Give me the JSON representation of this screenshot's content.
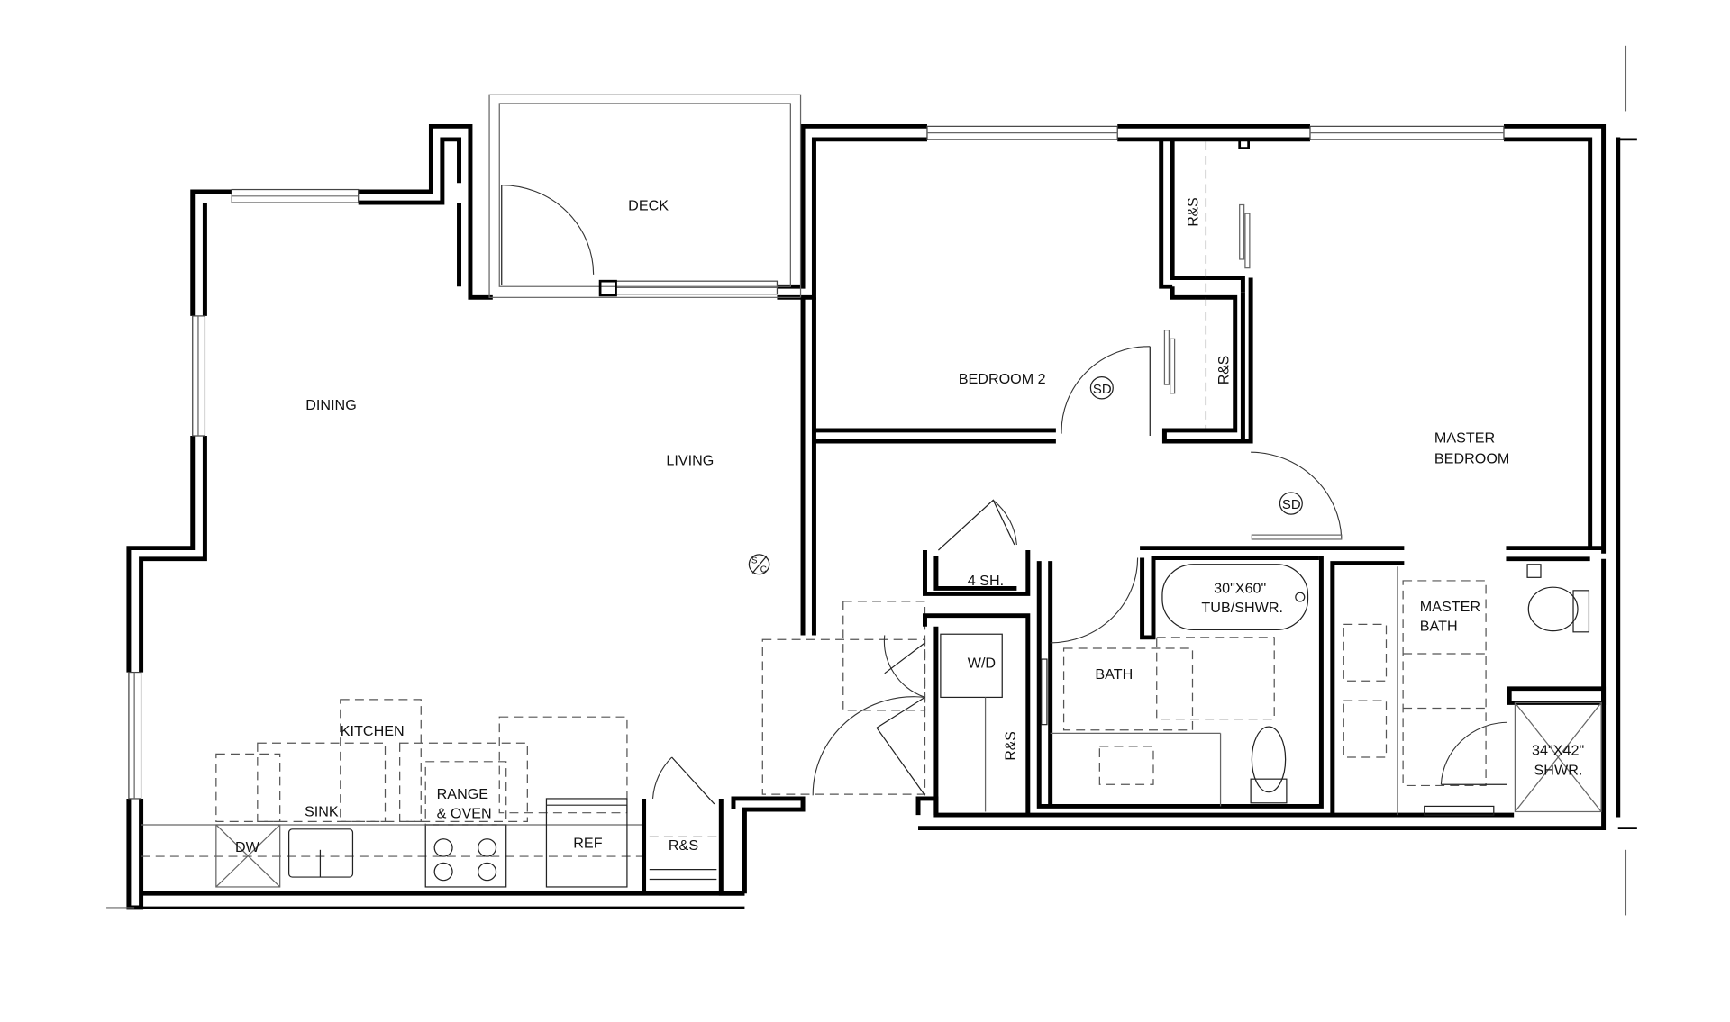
{
  "plan": {
    "rooms": {
      "deck": "DECK",
      "dining": "DINING",
      "living": "LIVING",
      "bedroom2": "BEDROOM 2",
      "master_bedroom_line1": "MASTER",
      "master_bedroom_line2": "BEDROOM",
      "kitchen": "KITCHEN",
      "bath": "BATH",
      "master_bath_line1": "MASTER",
      "master_bath_line2": "BATH"
    },
    "fixtures": {
      "sink": "SINK",
      "range_line1": "RANGE",
      "range_line2": "& OVEN",
      "dishwasher": "DW",
      "refrigerator": "REF",
      "washer_dryer": "W/D",
      "shelves": "4 SH.",
      "tub_line1": "30\"X60\"",
      "tub_line2": "TUB/SHWR.",
      "shower_line1": "34\"X42\"",
      "shower_line2": "SHWR."
    },
    "closets": {
      "pantry": "R&S",
      "laundry_closet": "R&S",
      "bedroom2_closet": "R&S",
      "master_closet": "R&S"
    },
    "symbols": {
      "smoke_detector_1": "SD",
      "smoke_detector_2": "SD",
      "sc_top": "S",
      "sc_bottom": "C"
    },
    "colors": {
      "wall": "#000000",
      "background": "#ffffff"
    }
  }
}
